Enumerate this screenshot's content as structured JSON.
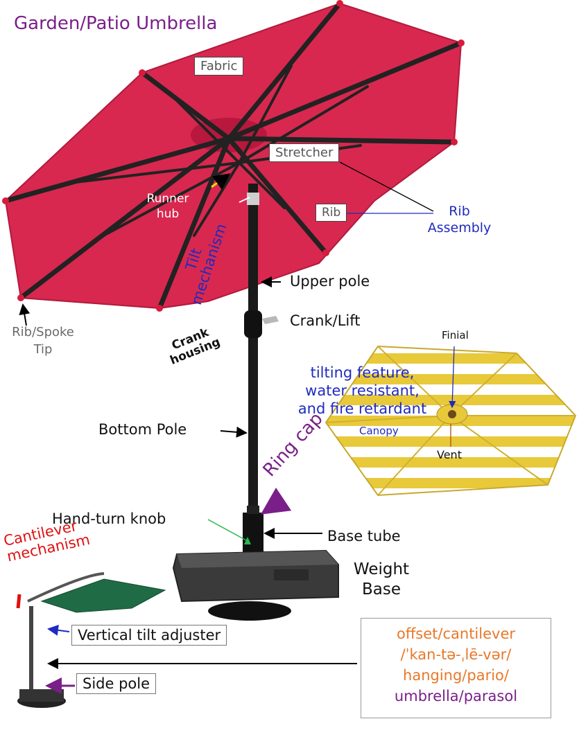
{
  "title": "Garden/Patio Umbrella",
  "labels": {
    "fabric": "Fabric",
    "stretcher": "Stretcher",
    "runner_hub_1": "Runner",
    "runner_hub_2": "hub",
    "rib": "Rib",
    "rib_assembly_1": "Rib",
    "rib_assembly_2": "Assembly",
    "tilt_mechanism_1": "Tilt",
    "tilt_mechanism_2": "mechanism",
    "rib_tip_1": "Rib/Spoke",
    "rib_tip_2": "Tip",
    "upper_pole": "Upper pole",
    "crank_lift": "Crank/Lift",
    "crank_housing_1": "Crank",
    "crank_housing_2": "housing",
    "bottom_pole": "Bottom Pole",
    "ring_cap": "Ring cap",
    "hand_turn_knob": "Hand-turn knob",
    "base_tube": "Base tube",
    "weight_base_1": "Weight",
    "weight_base_2": "Base",
    "finial": "Finial",
    "features_1": "tilting feature,",
    "features_2": "water resistant,",
    "features_3": "and fire retardant",
    "canopy": "Canopy",
    "vent": "Vent",
    "cantilever_mech_1": "Cantilever",
    "cantilever_mech_2": "mechanism",
    "vertical_tilt": "Vertical  tilt  adjuster",
    "side_pole": "Side pole",
    "offset_1": "offset/cantilever",
    "offset_2": "/ˈkan-tə-ˌlē-vər/",
    "offset_3": "hanging/pario/",
    "offset_4": "umbrella/parasol"
  },
  "colors": {
    "canopy_red": "#d8284f",
    "title_purple": "#7a1f8a",
    "blue_text": "#1f2bbf",
    "orange_text": "#e8782a",
    "red_text": "#e01010",
    "gray_text": "#6a6a6a",
    "stripe_yellow": "#e8c93a",
    "green_canopy": "#1f6b45"
  }
}
